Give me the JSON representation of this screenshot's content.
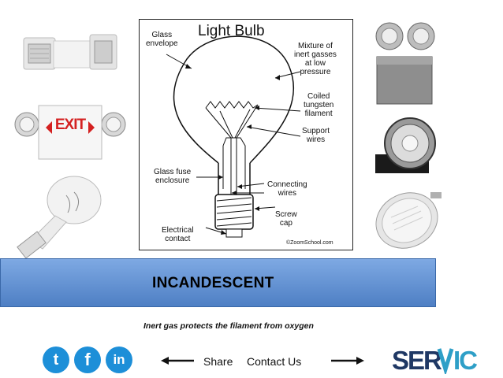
{
  "diagram": {
    "title": "Light Bulb",
    "labels": {
      "glass_envelope": "Glass\nenvelope",
      "inert_gasses": "Mixture of\ninert gasses\nat low\npressure",
      "filament": "Coiled\ntungsten\nfilament",
      "support_wires": "Support\nwires",
      "fuse_enclosure": "Glass fuse\nenclosure",
      "connecting_wires": "Connecting\nwires",
      "screw_cap": "Screw\ncap",
      "electrical_contact": "Electrical\ncontact"
    },
    "credit": "©ZoomSchool.com"
  },
  "photos": {
    "exit_sign_text": "EXIT"
  },
  "banner": {
    "title": "INCANDESCENT"
  },
  "caption": "Inert gas protects the filament from oxygen",
  "footer": {
    "share_label": "Share",
    "contact_label": "Contact Us",
    "twitter_glyph": "t",
    "facebook_glyph": "f",
    "linkedin_glyph": "in",
    "logo_text": "SERVIC"
  },
  "colors": {
    "banner_top": "#7ea9e3",
    "banner_bottom": "#4e7fc4",
    "social_blue": "#1d8fd8",
    "logo_navy": "#1f3864",
    "logo_teal": "#2e9fc7",
    "exit_red": "#d42020"
  }
}
